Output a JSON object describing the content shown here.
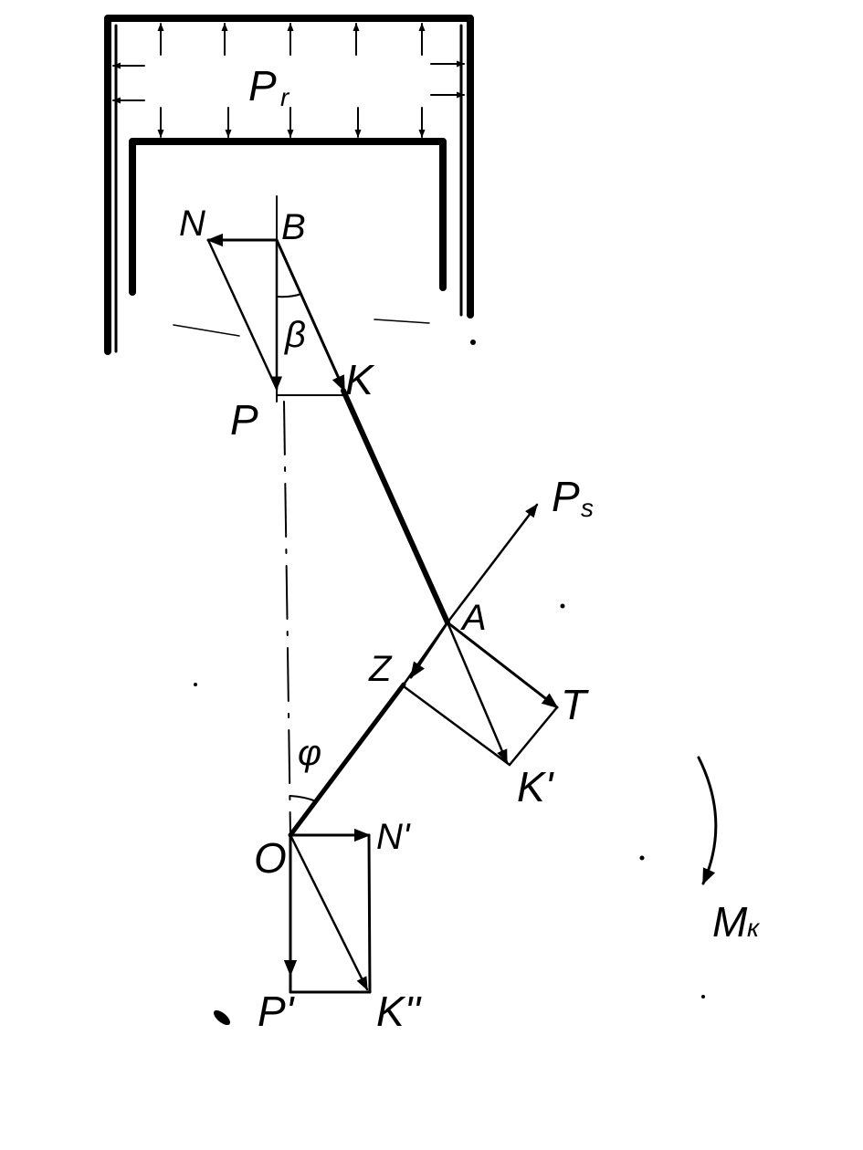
{
  "labels": {
    "gas_pressure": "P",
    "gas_pressure_sub": "r",
    "piston_pin": "B",
    "normal_force": "N",
    "angle_beta": "β",
    "rod_force": "K",
    "piston_force": "P",
    "inertia_force": "P",
    "inertia_force_sub": "s",
    "crank_pin": "A",
    "radial_force": "Z",
    "tangential_force": "T",
    "rod_force_at_crank": "K'",
    "angle_phi": "φ",
    "crank_center": "O",
    "normal_force_at_o": "N'",
    "piston_force_at_o": "P'",
    "rod_force_at_o": "K''",
    "torque": "M",
    "torque_sub": "к"
  },
  "colors": {
    "ink": "#000000",
    "background": "#ffffff"
  }
}
